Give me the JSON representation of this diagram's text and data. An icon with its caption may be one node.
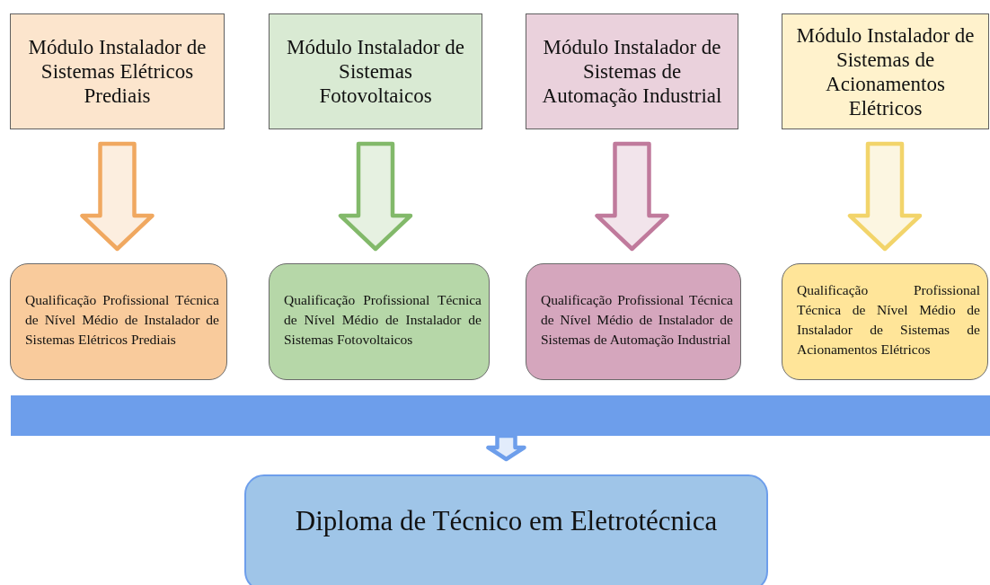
{
  "diagram": {
    "nodes": [
      {
        "text": [
          "Módulo Instalador de Sistemas Elétricos Prediais"
        ]
      },
      {
        "text": [
          "Módulo Instalador de Sistemas Fotovoltaicos"
        ]
      },
      {
        "text": [
          "Módulo Instalador de Sistemas de Automação Industrial"
        ]
      },
      {
        "text": [
          "Módulo Instalador de Sistemas de Acionamentos Elétricos"
        ]
      },
      {
        "text": [
          "Qualificação Profissional Técnica de Nível Médio de Instalador de Sistemas Elétricos Prediais"
        ]
      },
      {
        "text": [
          "Qualificação Profissional Técnica de Nível Médio de Instalador de Sistemas Fotovoltaicos"
        ]
      },
      {
        "text": [
          "Qualificação Profissional Técnica de Nível Médio de Instalador de Sistemas de Automação Industrial"
        ]
      },
      {
        "text": [
          "Qualificação Profissional Técnica de Nível Médio de Instalador de Sistemas de Acionamentos Elétricos"
        ]
      },
      {
        "text": [],
        "shape": "bar"
      },
      {
        "text": [
          "Diploma de Técnico em Eletrotécnica"
        ]
      }
    ],
    "edges": [
      {
        "from": 0,
        "to": 4,
        "arrow": "to",
        "color": "#f0a860"
      },
      {
        "from": 1,
        "to": 5,
        "arrow": "to",
        "color": "#82b96a"
      },
      {
        "from": 2,
        "to": 6,
        "arrow": "to",
        "color": "#c07a9c"
      },
      {
        "from": 3,
        "to": 7,
        "arrow": "to",
        "color": "#f2d46a"
      },
      {
        "from": 8,
        "to": 9,
        "arrow": "to",
        "color": "#6d9eeb"
      }
    ]
  }
}
